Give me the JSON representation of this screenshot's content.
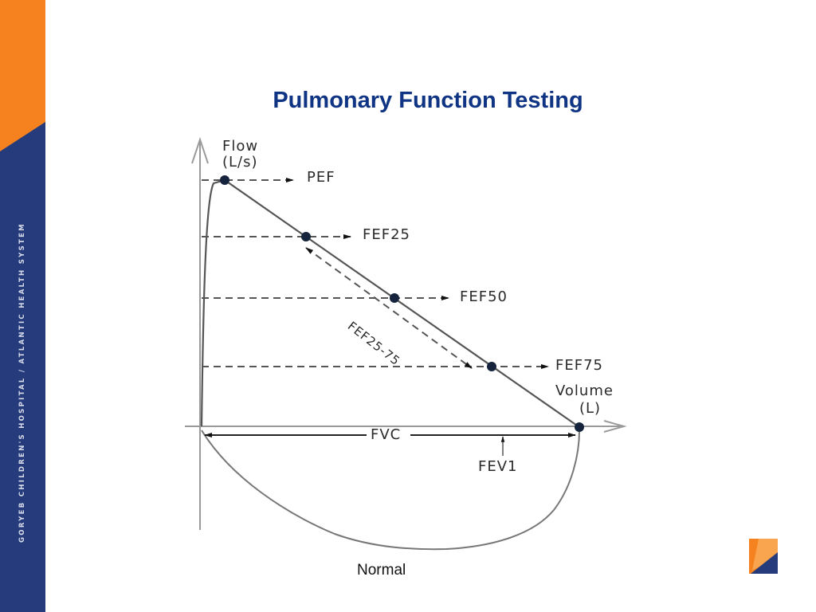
{
  "slide": {
    "title": "Pulmonary Function Testing",
    "caption": "Normal"
  },
  "sidebar": {
    "text": "GORYEB CHILDREN'S HOSPITAL  /  ATLANTIC HEALTH SYSTEM",
    "colors": {
      "orange": "#f5821f",
      "navy": "#253b7c"
    }
  },
  "diagram": {
    "y_axis_label_line1": "Flow",
    "y_axis_label_line2": "(L/s)",
    "x_axis_label_line1": "Volume",
    "x_axis_label_line2": "(L)",
    "markers": [
      {
        "id": "pef",
        "label": "PEF"
      },
      {
        "id": "fef25",
        "label": "FEF25"
      },
      {
        "id": "fef50",
        "label": "FEF50"
      },
      {
        "id": "fef75",
        "label": "FEF75"
      }
    ],
    "range_label": "FEF25-75",
    "fvc_label": "FVC",
    "fev1_label": "FEV1"
  },
  "logo": {
    "name": "atlantic-health-logo"
  }
}
